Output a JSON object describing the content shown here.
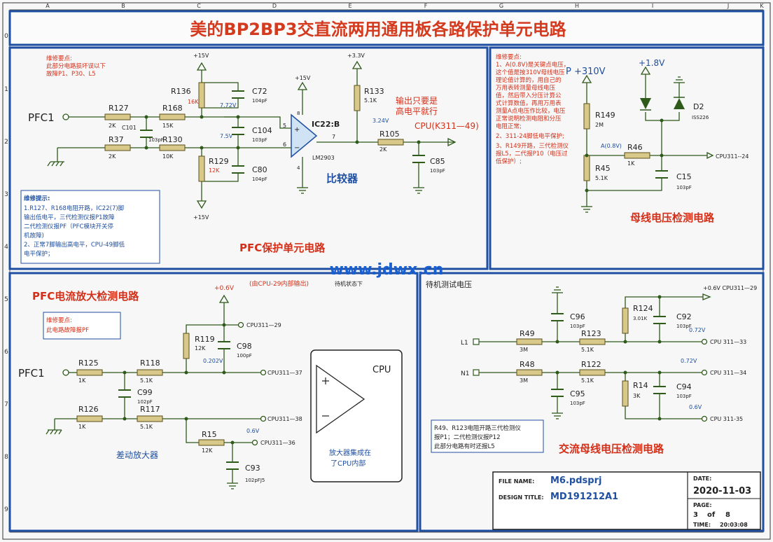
{
  "title": "美的BP2BP3交直流两用通用板各路保护单元电路",
  "grid": {
    "cols": [
      "A",
      "B",
      "C",
      "D",
      "E",
      "F",
      "G",
      "H",
      "I",
      "J",
      "K"
    ],
    "rows": [
      "0",
      "1",
      "2",
      "3",
      "4",
      "5",
      "6",
      "7",
      "8",
      "9"
    ]
  },
  "pfc_protect": {
    "note_title": "维修要点:",
    "note_lines": [
      "此部分电路损坏误以下",
      "故障P1、P30、L5"
    ],
    "input_label": "PFC1",
    "plus15_top": "+15V",
    "plus15_ic": "+15V",
    "plus15_bottom": "+15V",
    "plus33": "+3.3V",
    "r127": "R127",
    "r127_v": "2K",
    "r168": "R168",
    "r168_v": "15K",
    "c101": "C101",
    "c101_v": "103pF",
    "r37": "R37",
    "r37_v": "2K",
    "r130": "R130",
    "r130_v": "10K",
    "r136": "R136",
    "r136_v": "16K",
    "v772": "7.72V",
    "c72": "C72",
    "c72_v": "104pF",
    "c104": "C104",
    "c104_v": "103pF",
    "v75": "7.5V",
    "r129": "R129",
    "r129_v": "12K",
    "c80": "C80",
    "c80_v": "104pF",
    "pin8": "8",
    "pin5": "5",
    "pin6": "6",
    "pin4": "4",
    "pin7": "7",
    "ic": "IC22:B",
    "ic_part": "LM2903",
    "r133": "R133",
    "r133_v": "5.1K",
    "output_note_1": "输出只要是",
    "output_note_2": "高电平就行",
    "v324": "3.24V",
    "r105": "R105",
    "r105_v": "2K",
    "cpu_out": "CPU(K311—49)",
    "c85": "C85",
    "c85_v": "103pF",
    "comparator": "比较器",
    "tips_title": "维修提示:",
    "tips_lines": [
      "1.R127、R168电阻开路，IC22(7)脚",
      "输出低电平，三代检测仪报P1故障",
      "二代检测仪报PF（PFC模块开关停",
      "机故障)",
      "2、正常7脚输出高电平，CPU-49脚低",
      "电平保护；"
    ],
    "section_title": "PFC保护单元电路"
  },
  "bus_voltage": {
    "note_title": "维修要点:",
    "note_lines": [
      "1、A(0.8V)是关键点电压，",
      "这个值是按310V母线电压",
      "理论值计算的，用自己的",
      "万用表转测量母线电压",
      "值，然后带入分压计算公",
      "式计算数值，再用万用表",
      "测量A点电压作比较，电压",
      "正常说明检测电阻和分压",
      "电阻正常;",
      "2、311-24脚低电平保护;",
      "3、R149开路，三代检测仪",
      "报L5，二代报P10（电压过",
      "低保护）;"
    ],
    "p310": "P +310V",
    "plus18": "+1.8V",
    "r149": "R149",
    "r149_v": "2M",
    "d2": "D2",
    "d2_part": "ISS226",
    "a_point": "A(0.8V)",
    "r46": "R46",
    "r46_v": "1K",
    "r45": "R45",
    "r45_v": "5.1K",
    "c15": "C15",
    "c15_v": "103pF",
    "cpu_out": "CPU311--24",
    "section_title": "母线电压检测电路"
  },
  "watermark": "www.jdwx.cn",
  "pfc_current": {
    "section_title": "PFC电流放大检测电路",
    "note_title": "维修要点:",
    "note_line": "此电路故障报PF",
    "plus06": "+0.6V",
    "cpu29_note": "(由CPU-29内部输出)",
    "standby": "待机状态下",
    "cpu29": "CPU311—29",
    "r119": "R119",
    "r119_v": "12K",
    "c98": "C98",
    "c98_v": "100pF",
    "v0202": "0.202V",
    "input_label": "PFC1",
    "r125": "R125",
    "r125_v": "1K",
    "r118": "R118",
    "r118_v": "5.1K",
    "cpu37": "CPU311—37",
    "c99": "C99",
    "c99_v": "102pF",
    "r126": "R126",
    "r126_v": "1K",
    "r117": "R117",
    "r117_v": "5.1K",
    "cpu38": "CPU311—38",
    "r15": "R15",
    "r15_v": "12K",
    "v06": "0.6V",
    "cpu36": "CPU311—36",
    "c93": "C93",
    "c93_v": "102pFJ5",
    "diff_amp": "差动放大器",
    "cpu_box": "CPU",
    "amp_note_1": "放大器集成在",
    "amp_note_2": "了CPU内部"
  },
  "ac_bus": {
    "standby_title": "待机测试电压",
    "c96": "C96",
    "c96_v": "103pF",
    "r124": "R124",
    "r124_v": "3.01K",
    "c92": "C92",
    "c92_v": "103pF",
    "plus06_cpu29": "+0.6V  CPU311—29",
    "v072a": "0.72V",
    "l1": "L1",
    "r49": "R49",
    "r49_v": "3M",
    "r123": "R123",
    "r123_v": "5.1K",
    "cpu33": "CPU 311—33",
    "v072b": "0.72V",
    "n1": "N1",
    "r48": "R48",
    "r48_v": "3M",
    "r122": "R122",
    "r122_v": "5.1K",
    "cpu34": "CPU 311—34",
    "c95": "C95",
    "c95_v": "103pF",
    "r14": "R14",
    "r14_v": "3K",
    "c94": "C94",
    "c94_v": "103pF",
    "v06": "0.6V",
    "cpu35": "CPU 311-35",
    "note_lines": [
      "R49、R123电阻开路三代检测仪",
      "报P1；二代检测仪报P12",
      "此部分电路有时还报L5"
    ],
    "section_title": "交流母线电压检测电路"
  },
  "title_block": {
    "file_label": "FILE NAME:",
    "file_value": "M6.pdsprj",
    "design_label": "DESIGN TITLE:",
    "design_value": "MD191212A1",
    "date_label": "DATE:",
    "date_value": "2020-11-03",
    "page_label": "PAGE:",
    "page_value": "3",
    "page_of": "of",
    "page_total": "8",
    "time_label": "TIME:",
    "time_value": "20:03:08"
  },
  "colors": {
    "border": "#1f4fa0",
    "title": "#d33a1e",
    "wire": "#2e5a1a",
    "blue_text": "#1f4fa0",
    "red_text": "#d3301a",
    "resistor": "#7a6b2a"
  }
}
